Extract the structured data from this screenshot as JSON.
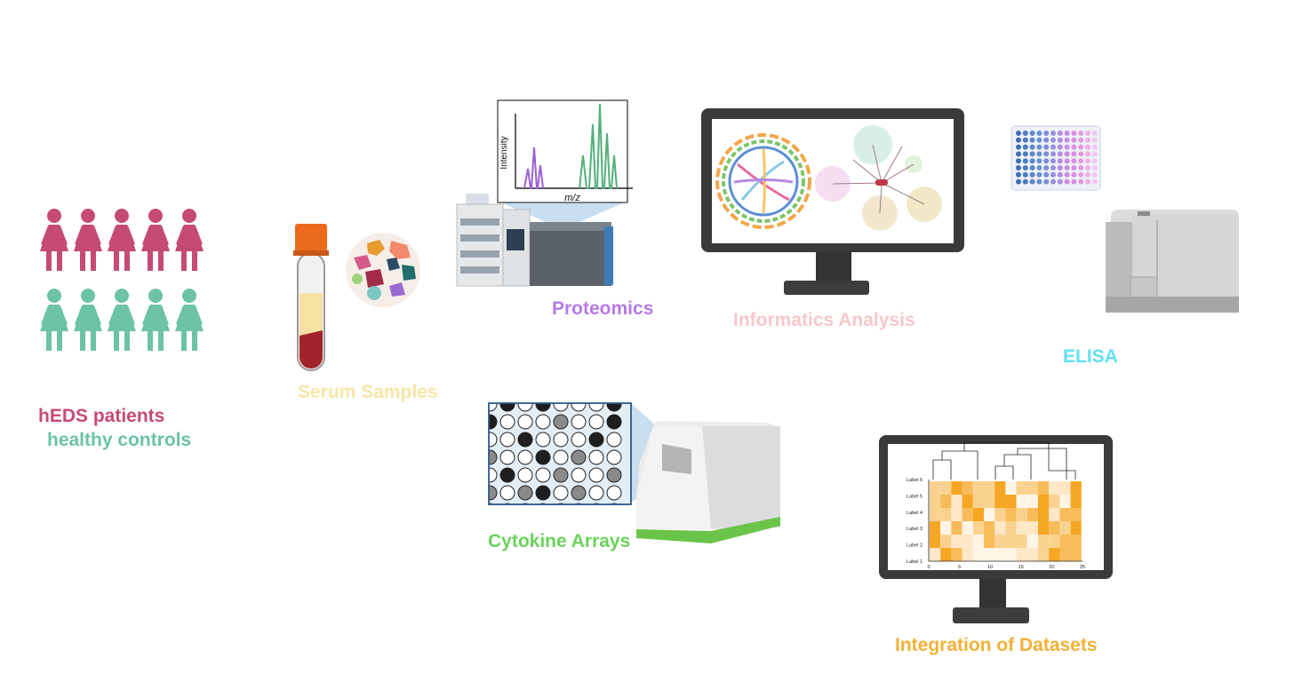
{
  "labels": {
    "patients": "hEDS patients",
    "controls": "healthy controls",
    "serum": "Serum Samples",
    "proteomics": "Proteomics",
    "informatics": "Informatics Analysis",
    "elisa": "ELISA",
    "cytokine": "Cytokine Arrays",
    "integration": "Integration of Datasets"
  },
  "spectrum": {
    "y_axis": "Intensity",
    "x_axis": "m/z"
  },
  "heatmap": {
    "row_labels": [
      "Label 6",
      "Label 5",
      "Label 4",
      "Label 3",
      "Label 2",
      "Label 1"
    ],
    "x_ticks": [
      "0",
      "5",
      "10",
      "15",
      "20",
      "25"
    ]
  },
  "colors": {
    "patients": "#c54b72",
    "controls": "#6cc3a5",
    "serum": "#f7e6a6",
    "proteomics": "#b57ae6",
    "informatics": "#f6c8cc",
    "elisa": "#63e0f6",
    "cytokine": "#6bd35c",
    "integration": "#f2b136"
  }
}
